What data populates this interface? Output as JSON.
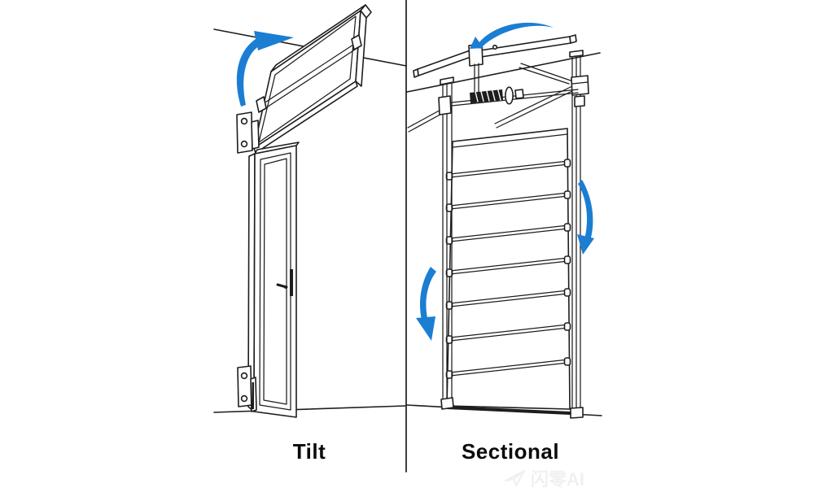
{
  "canvas": {
    "background": "#ffffff",
    "line_color": "#1d1d1d",
    "accent_blue": "#1b7ed2"
  },
  "sections": {
    "left": {
      "label": "Tilt"
    },
    "right": {
      "label": "Sectional"
    }
  },
  "icons": {
    "tilt_motion": "curved-arrow-up-icon",
    "sectional_track_motion": "arc-arrow-icon",
    "sectional_right_motion": "curved-arrow-down-icon",
    "sectional_left_motion": "curved-arrow-down-icon",
    "watermark_logo": "paper-plane-icon"
  },
  "watermark": {
    "text": "闪零AI"
  }
}
